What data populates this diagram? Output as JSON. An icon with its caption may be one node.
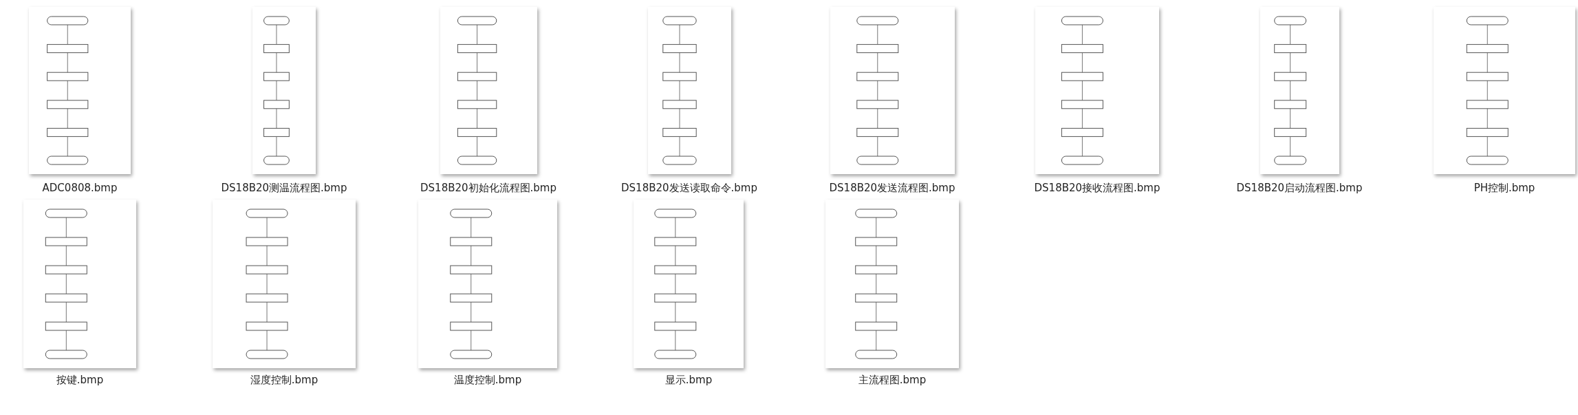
{
  "diagram": {
    "labels": [
      "ADC0808.bmp",
      "DS18B20测温流程图.bmp",
      "DS18B20初始化流程图.bmp",
      "DS18B20发送读取命令.bmp",
      "DS18B20发送流程图.bmp",
      "DS18B20接收流程图.bmp",
      "DS18B20启动流程图.bmp",
      "PH控制.bmp",
      "按键.bmp",
      "湿度控制.bmp",
      "温度控制.bmp",
      "显示.bmp",
      "主流程图.bmp"
    ]
  }
}
